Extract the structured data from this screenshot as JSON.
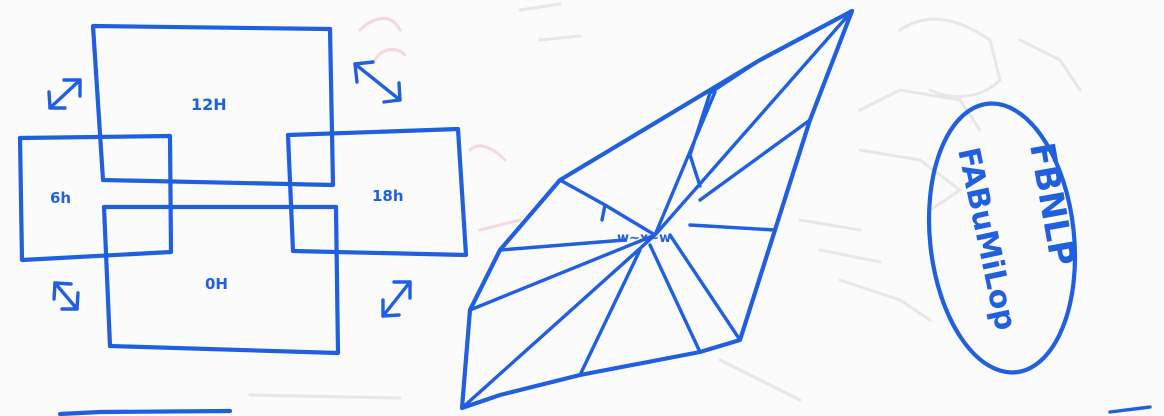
{
  "labels": {
    "box_top": "12H",
    "box_left": "6h",
    "box_right": "18h",
    "box_bottom": "0H",
    "center_mark": "w∼x∼w",
    "scribble_line1": "FBNLP",
    "scribble_line2": "FABuMiLop"
  },
  "colors": {
    "ink": "#1f5fe0",
    "paper": "#fbfbfc"
  }
}
